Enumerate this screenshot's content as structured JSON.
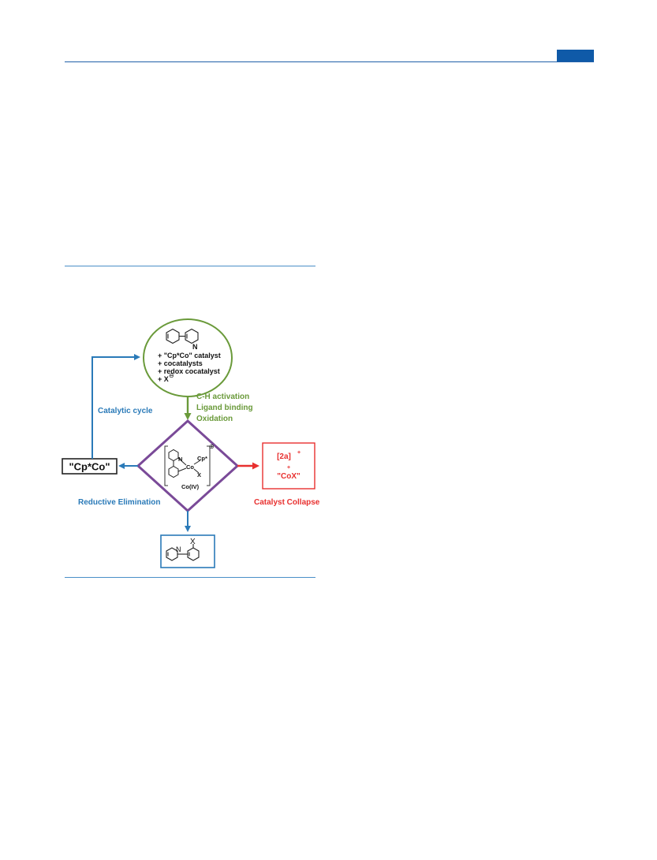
{
  "figure": {
    "start_block": {
      "reagents": [
        "+ \"Cp*Co\" catalyst",
        "+ cocatalysts",
        "+ redox cocatalyst",
        "+ X"
      ],
      "charge": "⊖",
      "n_label": "N"
    },
    "step_label": [
      "C-H activation",
      "Ligand binding",
      "Oxidation"
    ],
    "cycle_label": "Catalytic cycle",
    "catalyst_box": "\"Cp*Co\"",
    "intermediate": {
      "n_label": "N",
      "co_label": "Co",
      "cp_label": "Cp*",
      "x_label": "X",
      "ox_label": "Co(IV)",
      "charge": "⊕"
    },
    "reductive_label": "Reductive Elimination",
    "collapse_label": "Catalyst Collapse",
    "collapse_box": {
      "line1": "[2a]",
      "line1_sup": "+",
      "plus": "+",
      "line2": "\"CoX\""
    },
    "product": {
      "n_label": "N",
      "x_label": "X"
    },
    "colors": {
      "cycle": "#2a7ab8",
      "step": "#6a9a3a",
      "collapse": "#e8302f",
      "diamond": "#7a4a98",
      "ellipse": "#6a9a3a"
    }
  }
}
